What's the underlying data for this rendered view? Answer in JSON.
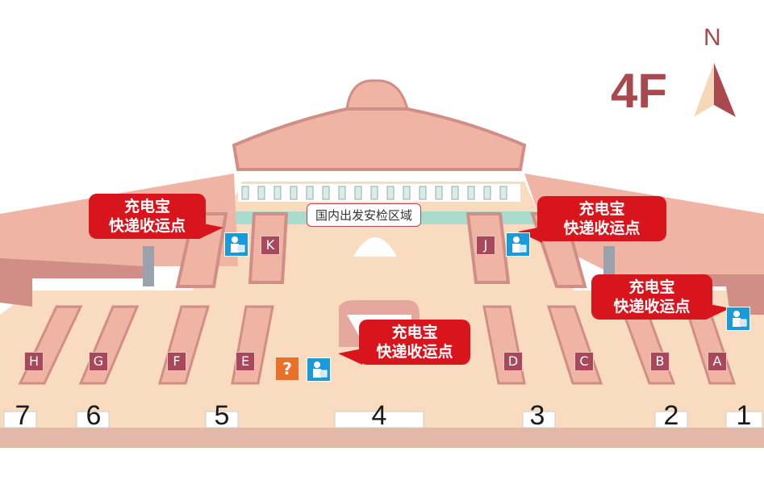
{
  "floor": "4F",
  "compass": {
    "label": "N"
  },
  "security_area": "国内出发安检区域",
  "callouts": [
    {
      "line1": "充电宝",
      "line2": "快递收运点"
    },
    {
      "line1": "充电宝",
      "line2": "快递收运点"
    },
    {
      "line1": "充电宝",
      "line2": "快递收运点"
    },
    {
      "line1": "充电宝",
      "line2": "快递收运点"
    }
  ],
  "counters": [
    "H",
    "G",
    "F",
    "E",
    "D",
    "C",
    "B",
    "A",
    "K",
    "J"
  ],
  "gates": [
    "7",
    "6",
    "5",
    "4",
    "3",
    "2",
    "1"
  ],
  "info_icon": "?",
  "colors": {
    "floor": "#f9dcc0",
    "building": "#efb4a4",
    "building_shadow": "#d18e86",
    "counter_label": "#a8485a",
    "callout": "#d8141c",
    "courier_icon": "#1a9ad6",
    "info": "#e8702a"
  }
}
